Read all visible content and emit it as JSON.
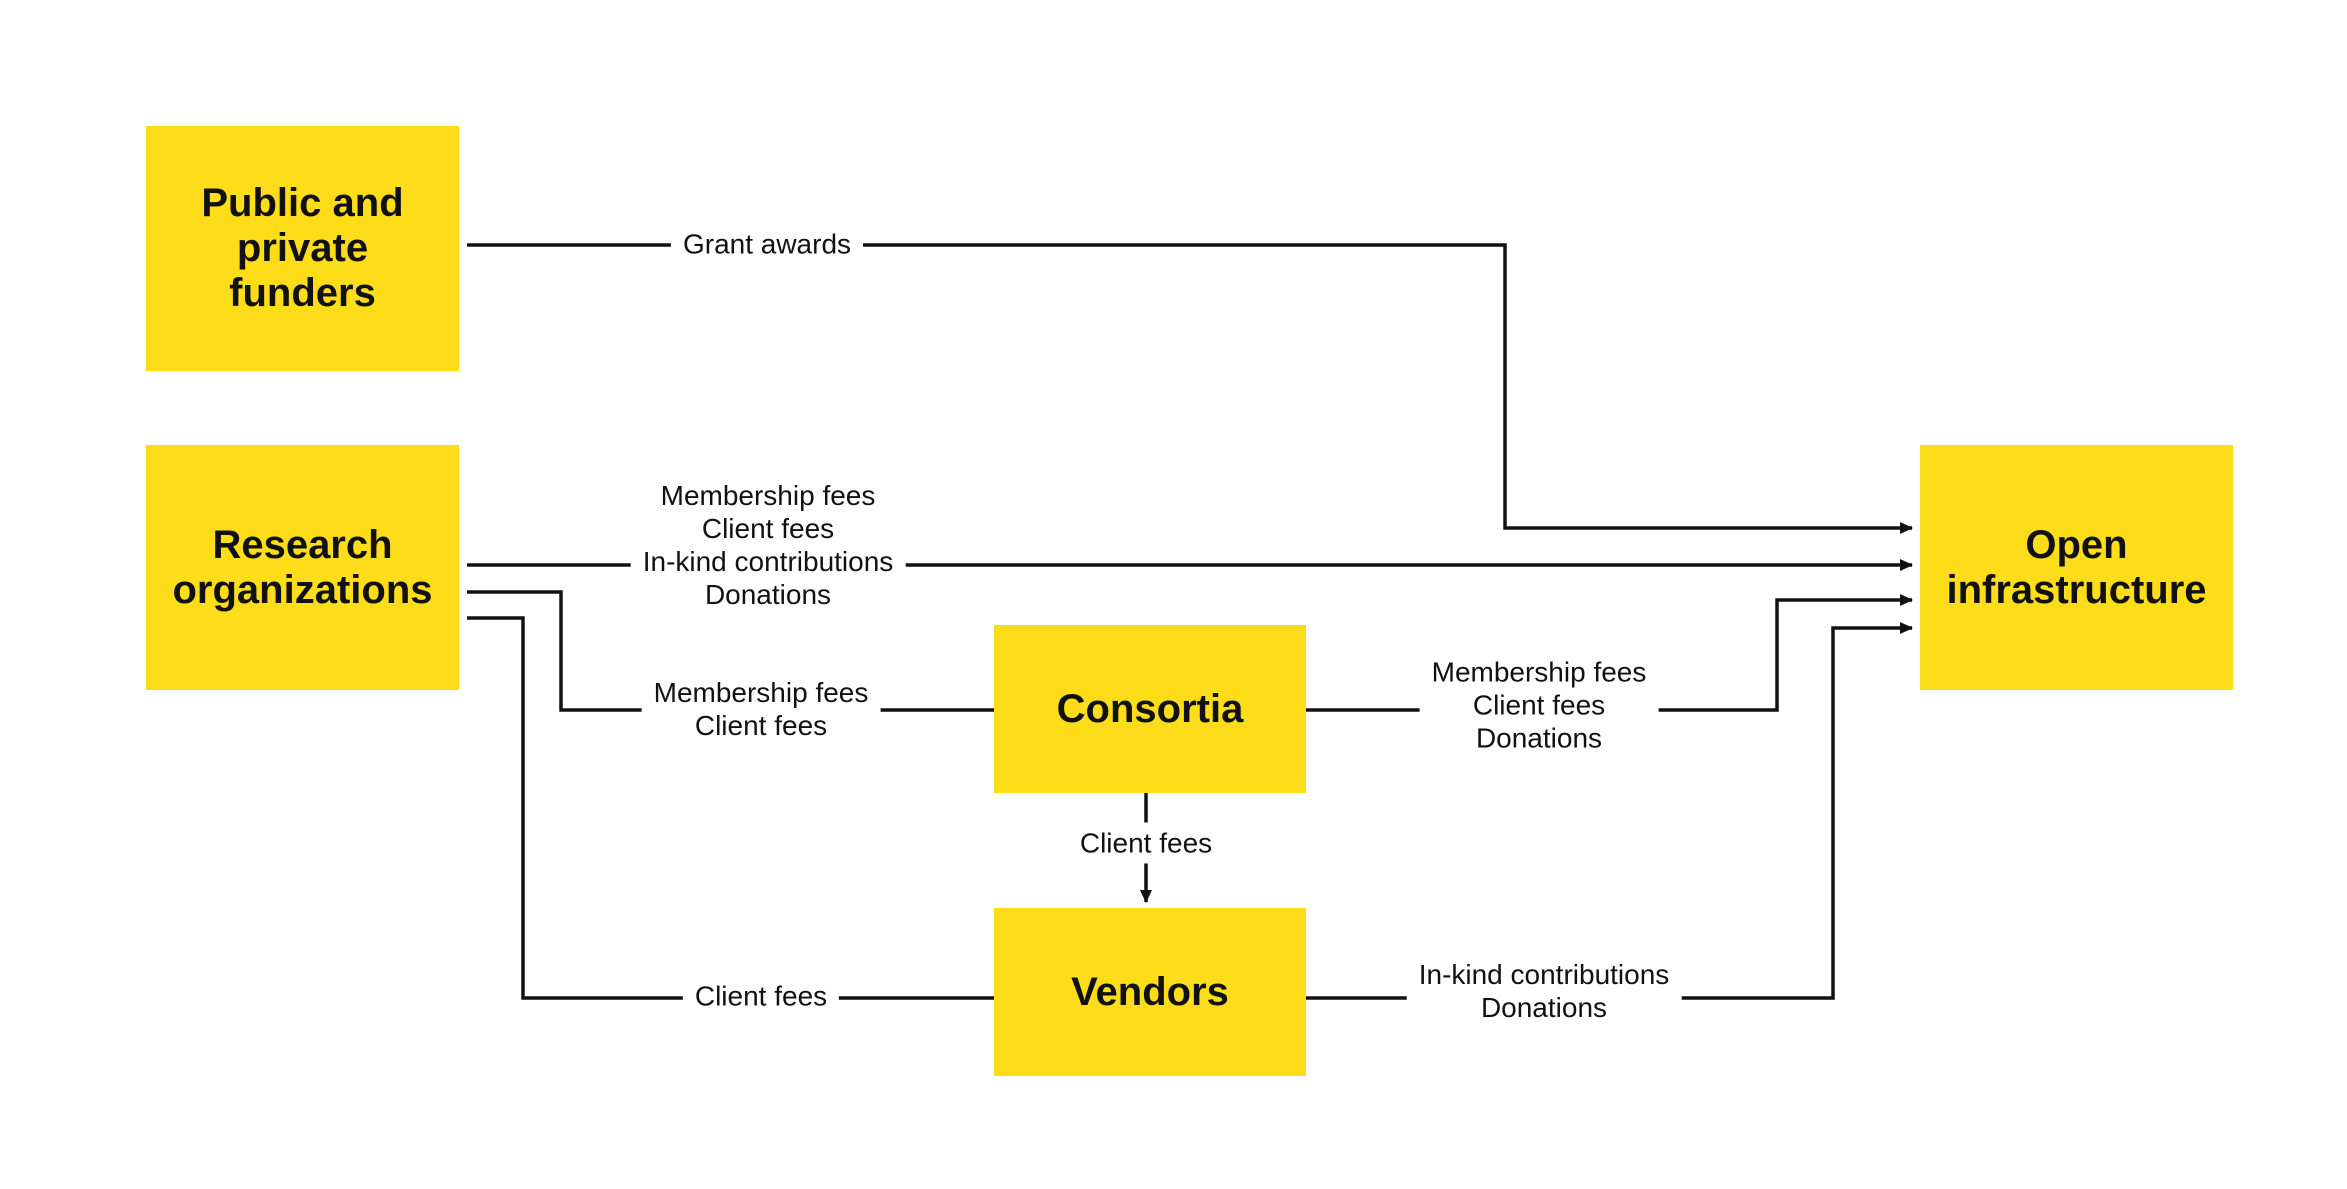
{
  "nodes": {
    "funders": {
      "label": "Public and\nprivate\nfunders"
    },
    "research": {
      "label": "Research\norganizations"
    },
    "consortia": {
      "label": "Consortia"
    },
    "vendors": {
      "label": "Vendors"
    },
    "infra": {
      "label": "Open\ninfrastructure"
    }
  },
  "edges": {
    "funders_infra": "Grant awards",
    "research_infra": "Membership fees\nClient fees\nIn-kind contributions\nDonations",
    "research_consortia": "Membership fees\nClient fees",
    "consortia_infra": "Membership fees\nClient fees\nDonations",
    "consortia_vendors": "Client fees",
    "research_vendors": "Client fees",
    "vendors_infra": "In-kind contributions\nDonations"
  },
  "colors": {
    "box": "#FDDD1A",
    "line": "#111111",
    "background": "#ffffff"
  }
}
